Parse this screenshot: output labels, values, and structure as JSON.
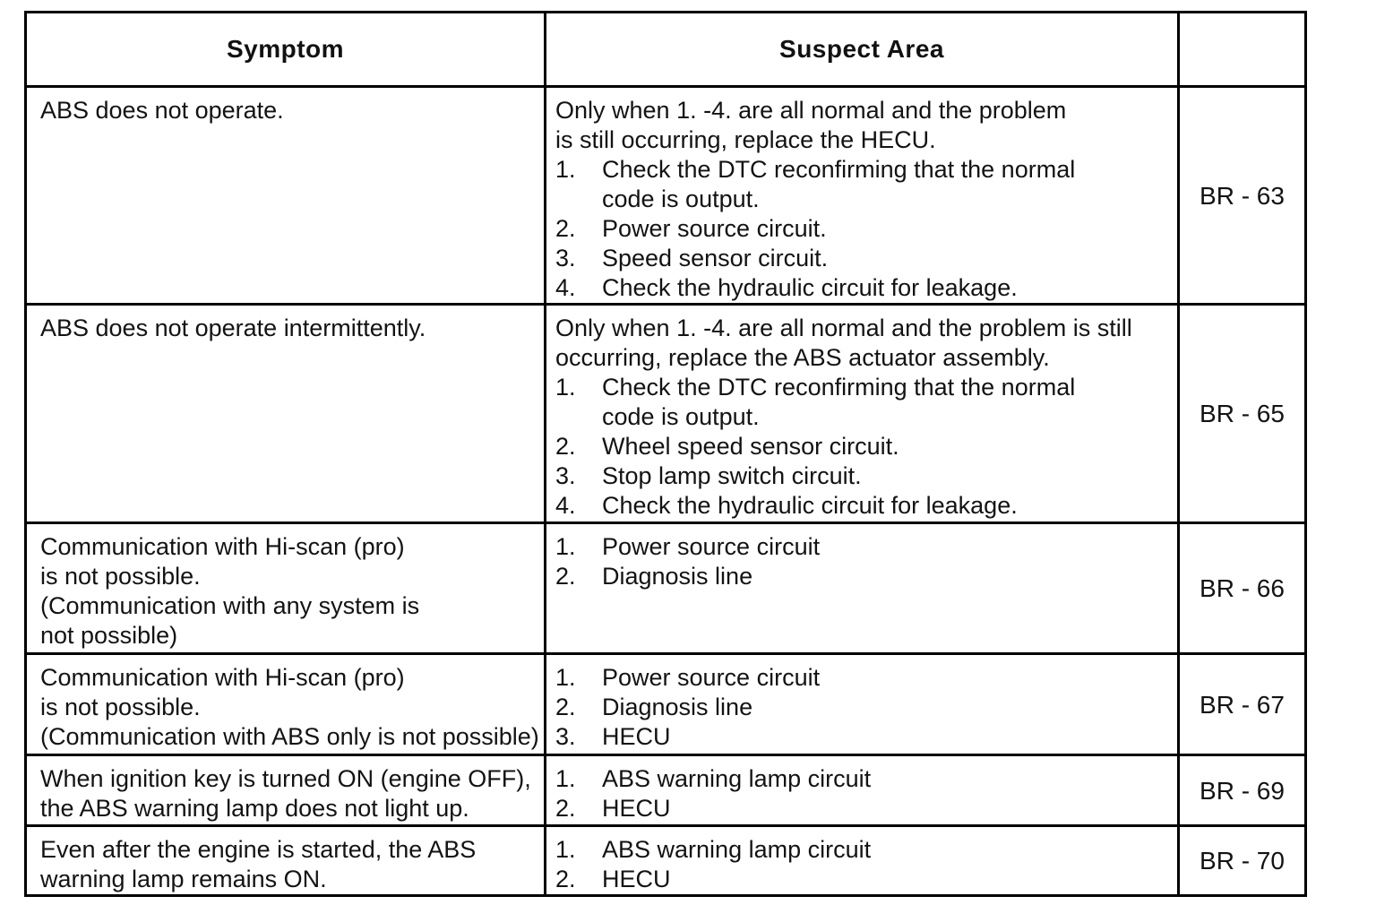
{
  "table": {
    "headers": [
      "Symptom",
      "Suspect Area",
      ""
    ],
    "rows": [
      {
        "symptom": {
          "lines": [
            "ABS does not operate."
          ]
        },
        "suspect": {
          "intro_lines": [
            "Only when 1. -4. are all normal and the problem",
            "is still occurring, replace the HECU."
          ],
          "items": [
            {
              "num": "1.",
              "lines": [
                "Check the DTC reconfirming that the normal",
                "code is output."
              ]
            },
            {
              "num": "2.",
              "lines": [
                "Power source circuit."
              ]
            },
            {
              "num": "3.",
              "lines": [
                "Speed sensor circuit."
              ]
            },
            {
              "num": "4.",
              "lines": [
                "Check the hydraulic circuit for leakage."
              ]
            }
          ]
        },
        "reference": "BR - 63"
      },
      {
        "symptom": {
          "lines": [
            "ABS does not operate intermittently."
          ]
        },
        "suspect": {
          "intro_lines": [
            "Only when 1. -4. are all normal and the problem is still",
            "occurring, replace the ABS actuator assembly."
          ],
          "items": [
            {
              "num": "1.",
              "lines": [
                "Check the DTC reconfirming that the normal",
                "code is output."
              ]
            },
            {
              "num": "2.",
              "lines": [
                "Wheel speed sensor circuit."
              ]
            },
            {
              "num": "3.",
              "lines": [
                "Stop lamp switch circuit."
              ]
            },
            {
              "num": "4.",
              "lines": [
                "Check the hydraulic circuit for leakage."
              ]
            }
          ]
        },
        "reference": "BR - 65"
      },
      {
        "symptom": {
          "lines": [
            "Communication with Hi-scan (pro)",
            "is not possible.",
            "(Communication with any system is",
            "not possible)"
          ]
        },
        "suspect": {
          "intro_lines": [],
          "items": [
            {
              "num": "1.",
              "lines": [
                "Power source circuit"
              ]
            },
            {
              "num": "2.",
              "lines": [
                "Diagnosis line"
              ]
            }
          ]
        },
        "reference": "BR - 66"
      },
      {
        "symptom": {
          "lines": [
            "Communication with Hi-scan (pro)",
            "is not possible.",
            "(Communication with ABS only is not possible)"
          ]
        },
        "suspect": {
          "intro_lines": [],
          "items": [
            {
              "num": "1.",
              "lines": [
                "Power source circuit"
              ]
            },
            {
              "num": "2.",
              "lines": [
                "Diagnosis line"
              ]
            },
            {
              "num": "3.",
              "lines": [
                "HECU"
              ]
            }
          ]
        },
        "reference": "BR - 67"
      },
      {
        "symptom": {
          "lines": [
            "When ignition key is turned ON (engine OFF),",
            "the ABS warning lamp does not light up."
          ]
        },
        "suspect": {
          "intro_lines": [],
          "items": [
            {
              "num": "1.",
              "lines": [
                "ABS warning lamp circuit"
              ]
            },
            {
              "num": "2.",
              "lines": [
                "HECU"
              ]
            }
          ]
        },
        "reference": "BR - 69"
      },
      {
        "symptom": {
          "lines": [
            "Even after the engine is started, the ABS",
            "warning lamp remains ON."
          ]
        },
        "suspect": {
          "intro_lines": [],
          "items": [
            {
              "num": "1.",
              "lines": [
                "ABS warning lamp circuit"
              ]
            },
            {
              "num": "2.",
              "lines": [
                "HECU"
              ]
            }
          ]
        },
        "reference": "BR - 70"
      }
    ]
  }
}
